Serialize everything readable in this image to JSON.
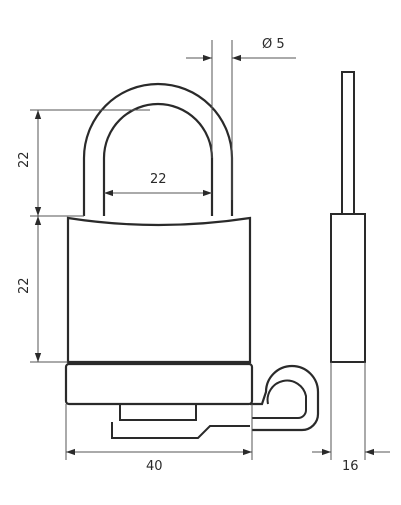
{
  "dimensions": {
    "shackle_diameter": "Ø 5",
    "shackle_inner_width": "22",
    "shackle_height": "22",
    "body_height": "22",
    "body_width": "40",
    "body_thickness": "16"
  },
  "colors": {
    "line": "#2a2a2a",
    "dimension": "#555555",
    "background": "#ffffff"
  }
}
